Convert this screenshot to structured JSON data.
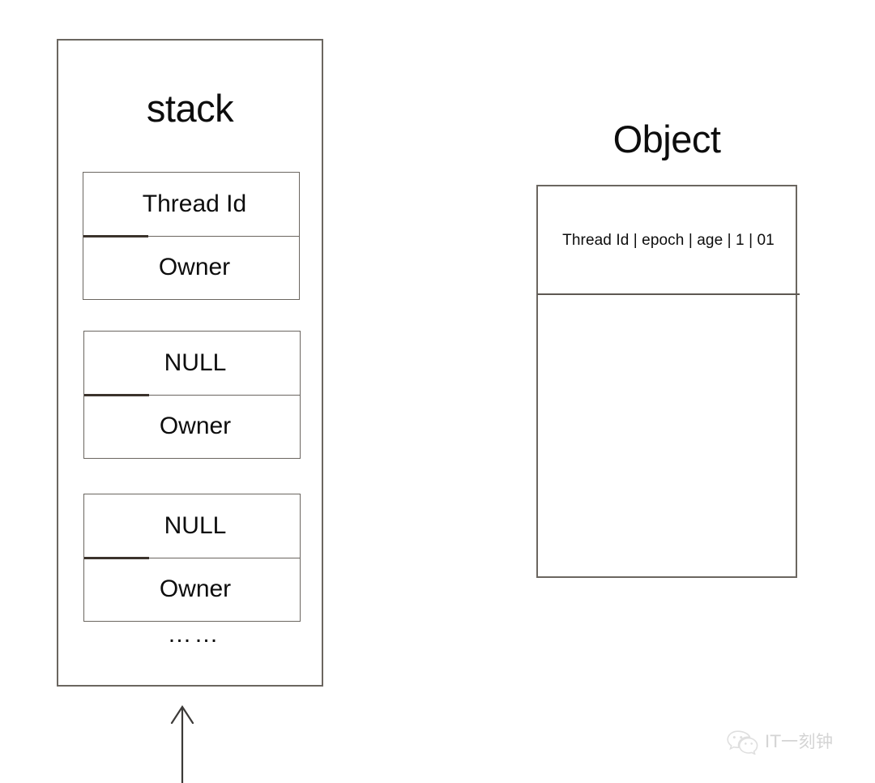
{
  "diagram": {
    "background_color": "#ffffff",
    "line_color": "#6b6660",
    "text_color": "#0d0d0d"
  },
  "stack": {
    "title": "stack",
    "frames": [
      {
        "top_label": "Thread Id",
        "bottom_label": "Owner"
      },
      {
        "top_label": "NULL",
        "bottom_label": "Owner"
      },
      {
        "top_label": "NULL",
        "bottom_label": "Owner"
      }
    ],
    "ellipsis": "……",
    "arrow": {
      "direction": "up",
      "name": "stack-pointer-arrow"
    }
  },
  "object": {
    "title": "Object",
    "header_text": "Thread Id | epoch | age | 1 | 01",
    "header_fields": [
      "Thread Id",
      "epoch",
      "age",
      "1",
      "01"
    ],
    "body_text": ""
  },
  "watermark": {
    "text": "IT一刻钟",
    "icon": "wechat-icon",
    "color": "#d0d0d0"
  }
}
